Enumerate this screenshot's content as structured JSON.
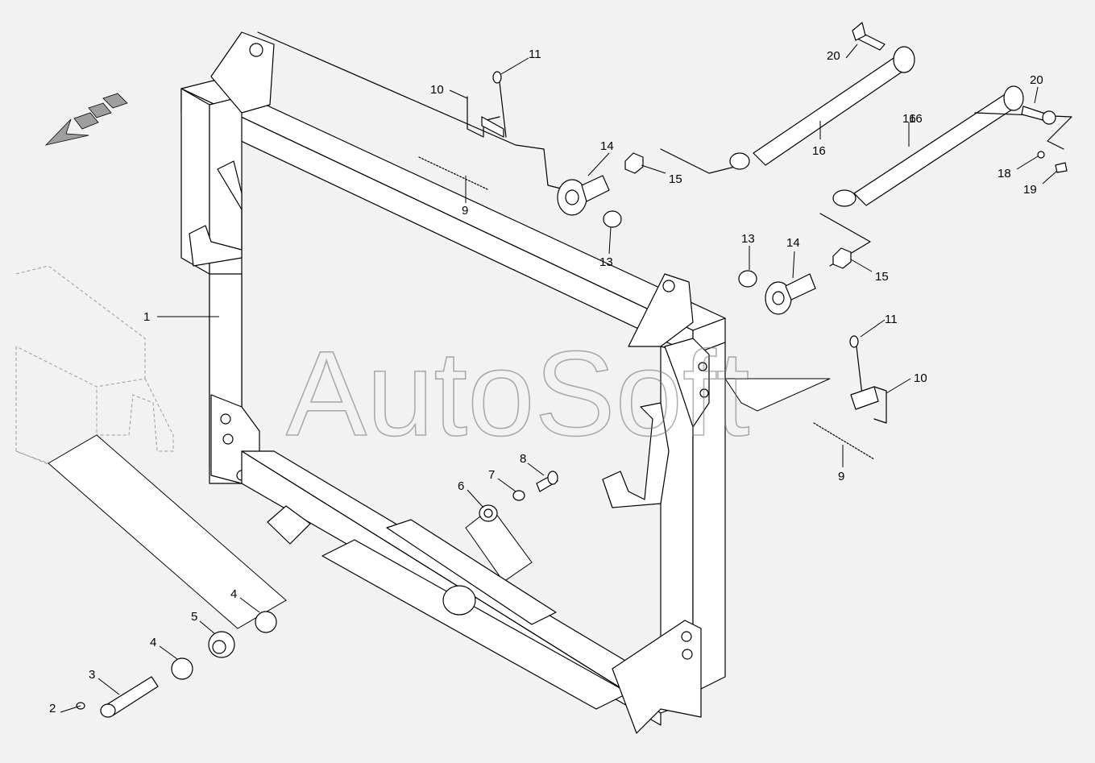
{
  "watermark": "AutoSoft",
  "callouts": [
    {
      "id": "c1",
      "label": "1"
    },
    {
      "id": "c2",
      "label": "2"
    },
    {
      "id": "c3",
      "label": "3"
    },
    {
      "id": "c4a",
      "label": "4"
    },
    {
      "id": "c4b",
      "label": "4"
    },
    {
      "id": "c5",
      "label": "5"
    },
    {
      "id": "c6",
      "label": "6"
    },
    {
      "id": "c7",
      "label": "7"
    },
    {
      "id": "c8",
      "label": "8"
    },
    {
      "id": "c9a",
      "label": "9"
    },
    {
      "id": "c9b",
      "label": "9"
    },
    {
      "id": "c10a",
      "label": "10"
    },
    {
      "id": "c10b",
      "label": "10"
    },
    {
      "id": "c11a",
      "label": "11"
    },
    {
      "id": "c11b",
      "label": "11"
    },
    {
      "id": "c13a",
      "label": "13"
    },
    {
      "id": "c13b",
      "label": "13"
    },
    {
      "id": "c14a",
      "label": "14"
    },
    {
      "id": "c14b",
      "label": "14"
    },
    {
      "id": "c15a",
      "label": "15"
    },
    {
      "id": "c15b",
      "label": "15"
    },
    {
      "id": "c16a",
      "label": "16"
    },
    {
      "id": "c16b",
      "label": "16"
    },
    {
      "id": "c16c",
      "label": "16"
    },
    {
      "id": "c18",
      "label": "18"
    },
    {
      "id": "c19",
      "label": "19"
    },
    {
      "id": "c20a",
      "label": "20"
    },
    {
      "id": "c20b",
      "label": "20"
    }
  ],
  "colors": {
    "background": "#f2f2f2",
    "line": "#000000",
    "watermark": "#707070"
  }
}
